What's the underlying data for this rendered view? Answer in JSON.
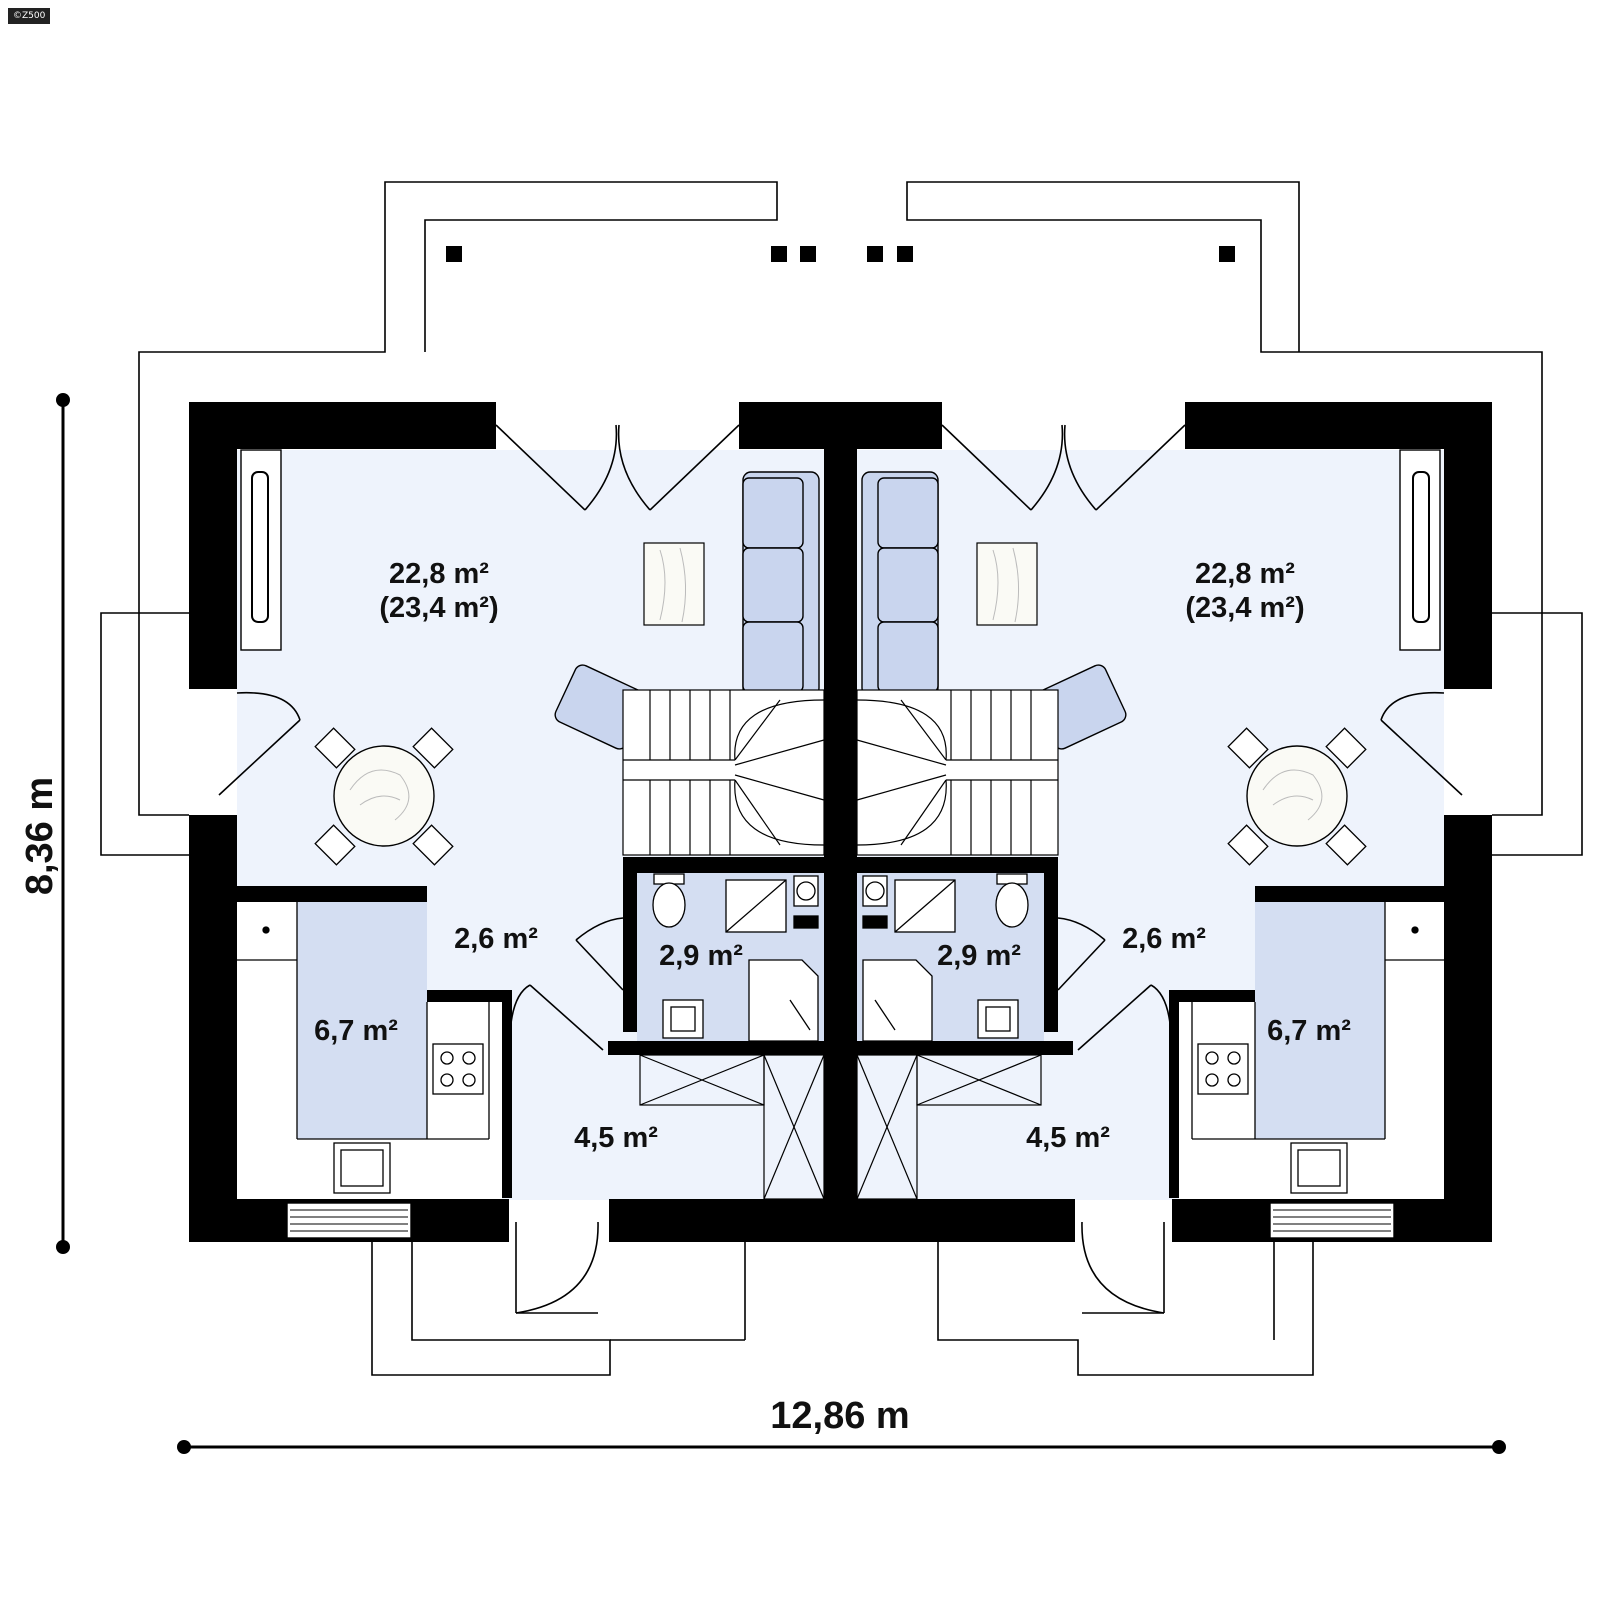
{
  "watermark": "©Z500",
  "dimensions": {
    "width": "12,86 m",
    "depth": "8,36 m"
  },
  "rooms": {
    "left": {
      "living": "22,8 m²",
      "living_alt": "(23,4 m²)",
      "kitchen": "6,7 m²",
      "hall": "2,6 m²",
      "bathroom": "2,9 m²",
      "entrance": "4,5 m²"
    },
    "right": {
      "living": "22,8 m²",
      "living_alt": "(23,4 m²)",
      "kitchen": "6,7 m²",
      "hall": "2,6 m²",
      "bathroom": "2,9 m²",
      "entrance": "4,5 m²"
    }
  },
  "colors": {
    "wall": "#000000",
    "floor": "#eef3fc",
    "furniture": "#c9d5ee",
    "kitchen_floor": "#d4def2"
  }
}
